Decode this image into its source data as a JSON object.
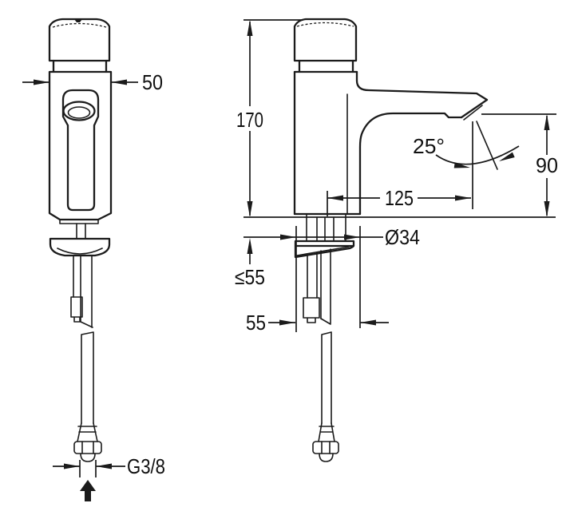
{
  "drawing": {
    "type": "technical-dimension-drawing",
    "subject": "self-closing pillar tap (two orthographic views)",
    "background_color": "#ffffff",
    "line_color": "#1b1b1b",
    "views": [
      {
        "id": "front-view",
        "description": "front elevation of tap with supply pipe and inlet fitting"
      },
      {
        "id": "side-view",
        "description": "side elevation of tap with spout, mounting flange and supply pipe"
      }
    ],
    "dimensions": {
      "body_width": "50",
      "total_height": "170",
      "spout_angle": "25°",
      "outlet_height": "90",
      "spout_reach": "125",
      "base_diameter": "Ø34",
      "max_deck_thickness": "≤55",
      "base_depth": "55",
      "inlet_thread": "G3/8"
    },
    "icons": {
      "flow_direction": "solid up arrow (water inlet direction)"
    }
  }
}
